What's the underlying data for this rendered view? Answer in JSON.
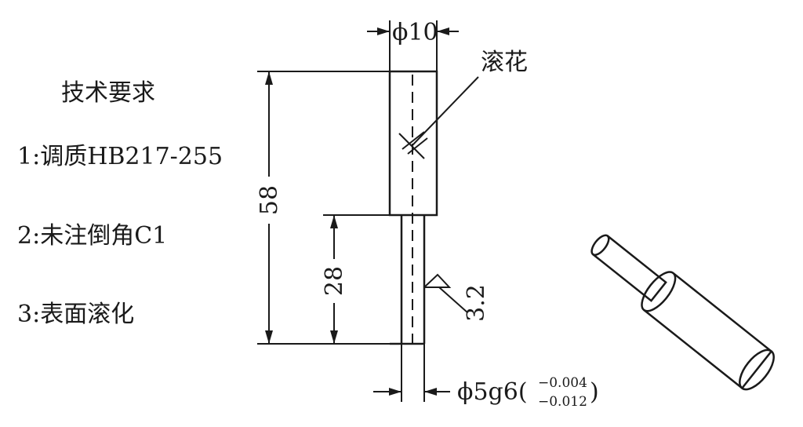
{
  "requirements": {
    "title": "技术要求",
    "items": [
      "1:调质HB217-255",
      "2:未注倒角C1",
      "3:表面滚化"
    ]
  },
  "dimensions": {
    "top_diameter": "ϕ10",
    "overall_length": "58",
    "shaft_length": "28",
    "shaft_fit": "ϕ5g6(",
    "shaft_tol_upper": "−0.004",
    "shaft_tol_lower": "−0.012",
    "shaft_tol_close": ")"
  },
  "annotations": {
    "knurl_label": "滚花",
    "roughness_value": "3.2"
  }
}
